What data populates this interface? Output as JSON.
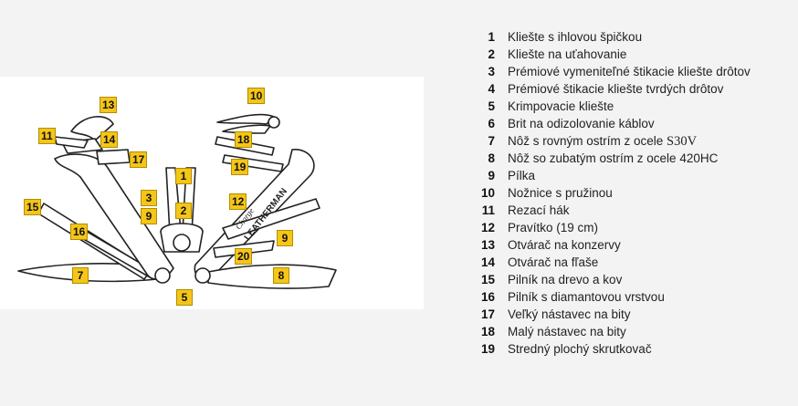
{
  "legend": [
    {
      "num": "1",
      "text": "Kliešte s ihlovou špičkou"
    },
    {
      "num": "2",
      "text": "Kliešte na uťahovanie"
    },
    {
      "num": "3",
      "text": "Prémiové vymeniteľné štikacie kliešte drôtov"
    },
    {
      "num": "4",
      "text": "Prémiové štikacie kliešte tvrdých drôtov"
    },
    {
      "num": "5",
      "text": "Krimpovacie kliešte"
    },
    {
      "num": "6",
      "text": "Brit na odizolovanie káblov"
    },
    {
      "num": "7",
      "text": "Nôž s rovným ostrím z ocele ",
      "suffix": "S30V"
    },
    {
      "num": "8",
      "text": "Nôž so zubatým ostrím z ocele 420HC"
    },
    {
      "num": "9",
      "text": "Pílka"
    },
    {
      "num": "10",
      "text": "Nožnice s pružinou"
    },
    {
      "num": "11",
      "text": "Rezací hák"
    },
    {
      "num": "12",
      "text": "Pravítko (19 cm)"
    },
    {
      "num": "13",
      "text": "Otvárač na konzervy"
    },
    {
      "num": "14",
      "text": "Otvárač na fľaše"
    },
    {
      "num": "15",
      "text": "Pilník na drevo a kov"
    },
    {
      "num": "16",
      "text": "Pilník s diamantovou vrstvou"
    },
    {
      "num": "17",
      "text": "Veľký nástavec na bity"
    },
    {
      "num": "18",
      "text": "Malý nástavec na bity"
    },
    {
      "num": "19",
      "text": "Stredný plochý skrutkovač"
    }
  ],
  "figure": {
    "callouts": [
      "13",
      "11",
      "14",
      "17",
      "1",
      "3",
      "2",
      "9",
      "15",
      "16",
      "7",
      "5",
      "10",
      "18",
      "19",
      "12",
      "9",
      "20",
      "8"
    ],
    "brand_text": "LEATHERMAN",
    "model_text": "Charge",
    "accent_color": "#f5c518"
  }
}
